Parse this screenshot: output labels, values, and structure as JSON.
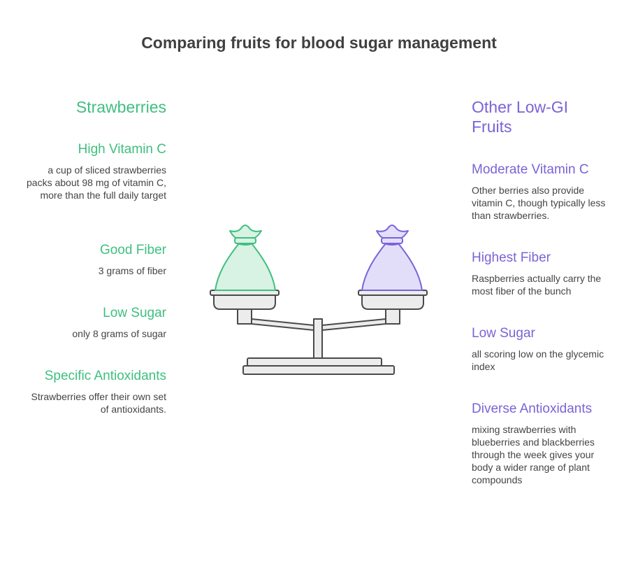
{
  "title": "Comparing fruits for blood sugar management",
  "colors": {
    "left_accent": "#3fbf7f",
    "left_fill": "#d8f2e4",
    "right_accent": "#7b63d6",
    "right_fill": "#e2defa",
    "scale_fill": "#ececec",
    "scale_stroke": "#4a4a4a"
  },
  "left": {
    "heading": "Strawberries",
    "items": [
      {
        "title": "High Vitamin C",
        "desc": "a cup of sliced strawberries packs about 98 mg of vitamin C, more than the full daily target"
      },
      {
        "title": "Good Fiber",
        "desc": "3 grams of fiber"
      },
      {
        "title": "Low Sugar",
        "desc": "only 8 grams of sugar"
      },
      {
        "title": "Specific Antioxidants",
        "desc": "Strawberries offer their own set of antioxidants."
      }
    ]
  },
  "right": {
    "heading": "Other Low-GI Fruits",
    "items": [
      {
        "title": "Moderate Vitamin C",
        "desc": "Other berries also provide vitamin C, though typically less than strawberries."
      },
      {
        "title": "Highest Fiber",
        "desc": "Raspberries actually carry the most fiber of the bunch"
      },
      {
        "title": "Low Sugar",
        "desc": "all scoring low on the glycemic index"
      },
      {
        "title": "Diverse Antioxidants",
        "desc": "mixing strawberries with blueberries and blackberries through the week gives your body a wider range of plant compounds"
      }
    ]
  },
  "icons": {
    "scale": "balance-scale-icon",
    "left_bag": "sack-icon",
    "right_bag": "sack-icon"
  }
}
